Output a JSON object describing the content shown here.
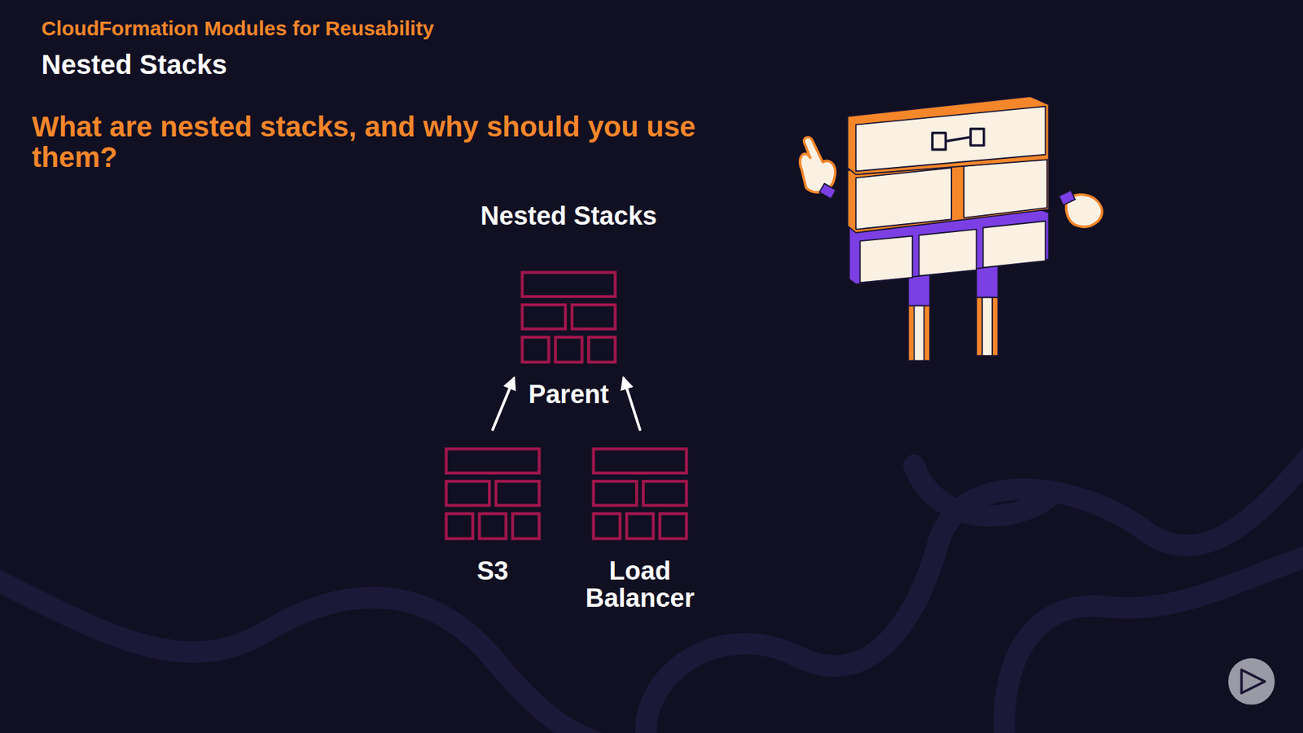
{
  "diagram": {
    "title": "Nested Stacks",
    "nodes": [
      {
        "text": [
          "Parent"
        ]
      },
      {
        "text": [
          "S3"
        ]
      },
      {
        "text": [
          "Load Balancer"
        ]
      }
    ],
    "edges": [
      {
        "from": 1,
        "to": 0,
        "arrow": "to"
      },
      {
        "from": 2,
        "to": 0,
        "arrow": "to"
      }
    ],
    "labels": [
      "CloudFormation Modules for Reusability",
      "What are nested stacks, and why should you use them?",
      "Nested Stacks"
    ]
  }
}
